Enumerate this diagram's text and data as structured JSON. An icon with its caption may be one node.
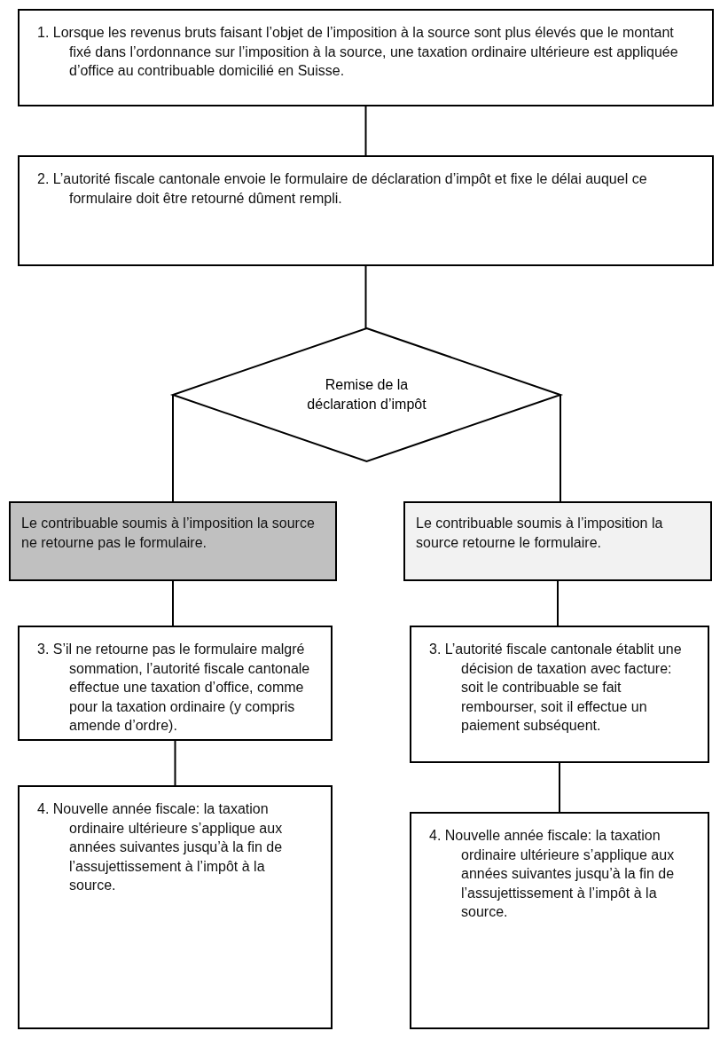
{
  "diagram": {
    "nodes": [
      {
        "text": [
          "1. Lorsque les revenus bruts faisant l’objet de l’imposition à la source sont plus élevés que le montant fixé dans l’ordonnance sur l’imposition à la source, une taxation ordinaire ultérieure est appliquée d’office au contribuable domicilié en Suisse."
        ]
      },
      {
        "text": [
          "2. L’autorité fiscale cantonale envoie le formulaire de déclaration d’impôt et fixe le délai auquel ce formulaire doit être retourné dûment rempli."
        ]
      },
      {
        "text": [
          "Remise de la déclaration d’impôt"
        ]
      },
      {
        "text": [
          "Le contribuable soumis à l’imposition la source ne retourne pas le formulaire."
        ]
      },
      {
        "text": [
          "Le contribuable soumis à l’imposition la source retourne le formulaire."
        ]
      },
      {
        "text": [
          "3. S’il ne retourne pas le formulaire malgré sommation, l’autorité fiscale cantonale effectue une taxation d’office, comme pour la taxation ordinaire (y compris amende d’ordre)."
        ]
      },
      {
        "text": [
          "3. L’autorité fiscale cantonale établit une décision de taxation avec facture: soit le contribuable se fait rembourser, soit il effectue un paiement subséquent."
        ]
      },
      {
        "text": [
          "4. Nouvelle année fiscale: la taxation ordinaire ultérieure s’applique aux années suivantes jusqu’à la fin de l’assujettissement à l’impôt à la source."
        ]
      },
      {
        "text": [
          "4. Nouvelle année fiscale: la taxation ordinaire ultérieure s’applique aux années suivantes jusqu’à la fin de l’assujettissement à l’impôt à la source."
        ]
      }
    ],
    "edges": [
      {
        "from": 0,
        "to": 1,
        "arrow": "none"
      },
      {
        "from": 1,
        "to": 2,
        "arrow": "none"
      },
      {
        "from": 2,
        "to": 3,
        "arrow": "none"
      },
      {
        "from": 2,
        "to": 4,
        "arrow": "none"
      },
      {
        "from": 3,
        "to": 5,
        "arrow": "none"
      },
      {
        "from": 4,
        "to": 6,
        "arrow": "none"
      },
      {
        "from": 5,
        "to": 7,
        "arrow": "none"
      },
      {
        "from": 6,
        "to": 8,
        "arrow": "none"
      }
    ]
  }
}
